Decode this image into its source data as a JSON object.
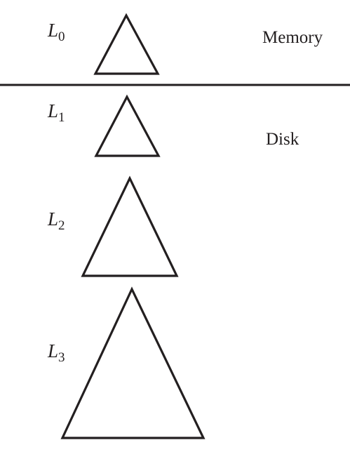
{
  "levels": [
    {
      "var": "L",
      "sub": "0"
    },
    {
      "var": "L",
      "sub": "1"
    },
    {
      "var": "L",
      "sub": "2"
    },
    {
      "var": "L",
      "sub": "3"
    }
  ],
  "regions": {
    "memory": "Memory",
    "disk": "Disk"
  }
}
